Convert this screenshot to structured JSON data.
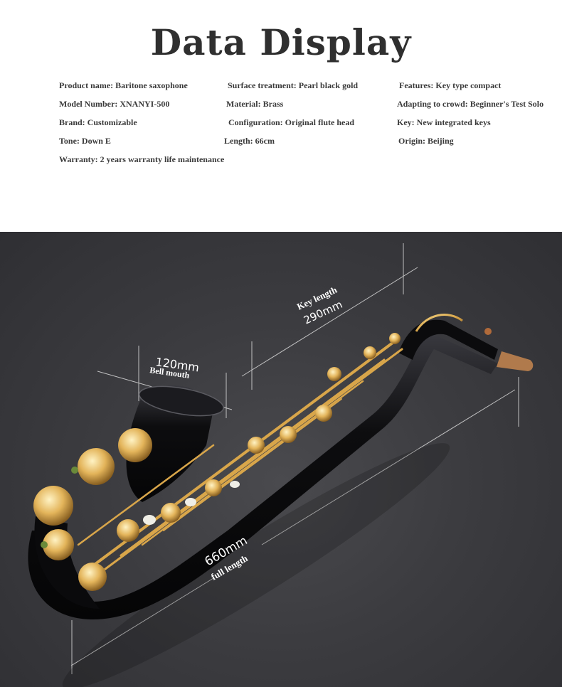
{
  "header": {
    "title": "Data Display"
  },
  "specs": {
    "product_name": "Product name: Baritone saxophone",
    "surface_treatment": "Surface treatment: Pearl black gold",
    "features": "Features: Key type compact",
    "model_number": "Model Number: XNANYI-500",
    "material": "Material: Brass",
    "adapting": "Adapting to crowd: Beginner's Test Solo",
    "brand": "Brand: Customizable",
    "configuration": "Configuration: Original flute head",
    "key": "Key: New integrated keys",
    "tone": "Tone: Down E",
    "length": "Length: 66cm",
    "origin": "Origin: Beijing",
    "warranty": "Warranty: 2 years warranty life maintenance"
  },
  "dimensions": {
    "key_label": "Key length",
    "key_value": "290mm",
    "bell_value": "120mm",
    "bell_label": "Bell mouth",
    "full_value": "660mm",
    "full_label": "full length"
  },
  "colors": {
    "body": "#0d0d0f",
    "gold": "#d9a64a",
    "cork": "#b07a4c",
    "background": "#3c3c40"
  }
}
